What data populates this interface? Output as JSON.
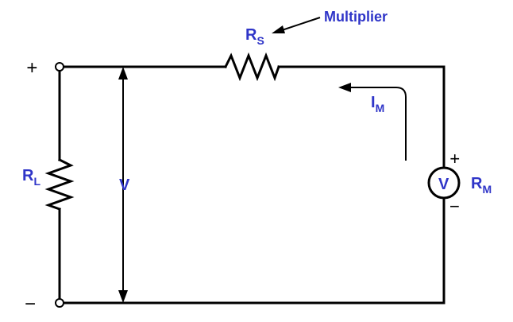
{
  "labels": {
    "multiplier": "Multiplier",
    "rs_main": "R",
    "rs_sub": "S",
    "rl_main": "R",
    "rl_sub": "L",
    "voltage": "V",
    "meter_symbol": "V",
    "rm_main": "R",
    "rm_sub": "M",
    "im_main": "I",
    "im_sub": "M"
  },
  "terminals": {
    "top_sign": "+",
    "bottom_sign": "−"
  },
  "meter_polarity": {
    "top_sign": "+",
    "bottom_sign": "−"
  },
  "colors": {
    "label": "#2f35c8",
    "wire": "#000000"
  }
}
